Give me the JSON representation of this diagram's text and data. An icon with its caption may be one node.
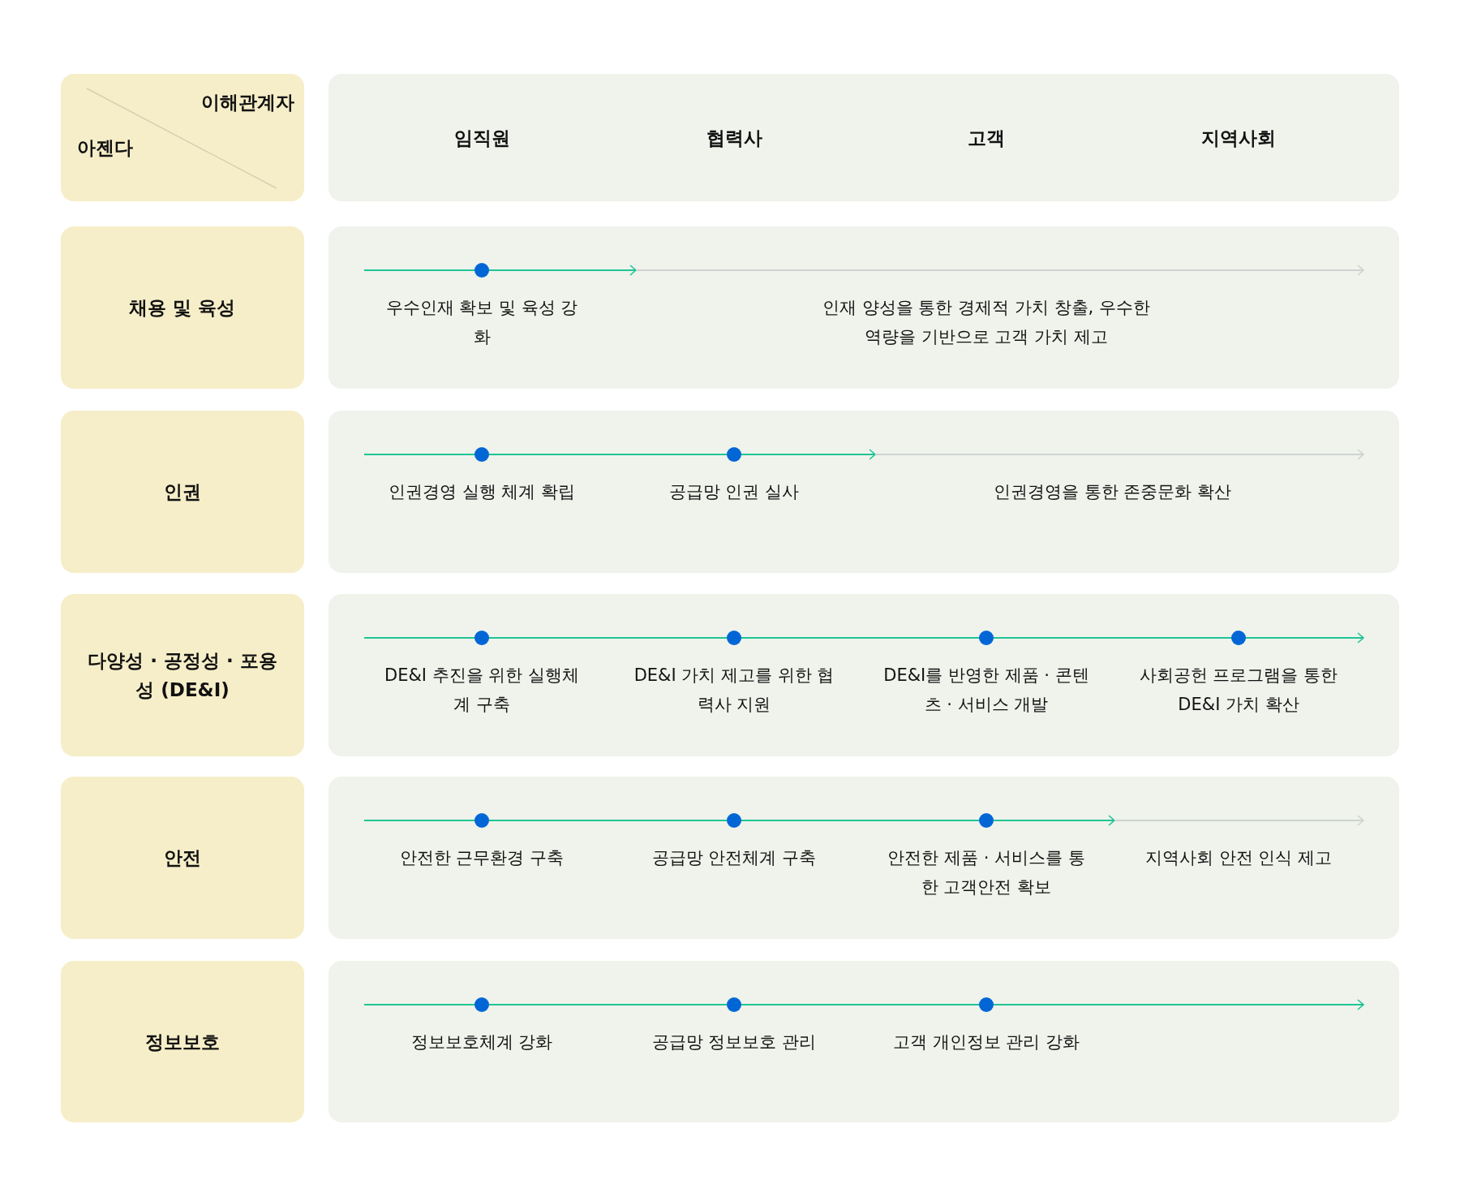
{
  "diagram": {
    "nodes": [
      {
        "text": [
          "이해관계자",
          "아젠다"
        ]
      },
      {
        "text": [
          "임직원",
          "협력사",
          "고객",
          "지역사회"
        ]
      },
      {
        "text": [
          "채용 및 육성"
        ]
      },
      {
        "text": [
          "우수인재 확보 및 육성 강화",
          "인재 양성을 통한 경제적 가치 창출, 우수한 역량을 기반으로 고객 가치 제고"
        ]
      },
      {
        "text": [
          "인권"
        ]
      },
      {
        "text": [
          "인권경영 실행 체계 확립",
          "공급망 인권 실사",
          "인권경영을 통한 존중문화 확산"
        ]
      },
      {
        "text": [
          "다양성 · 공정성 · 포용성 (DE&I)"
        ]
      },
      {
        "text": [
          "DE&I 추진을 위한 실행체계 구축",
          "DE&I 가치 제고를 위한 협력사 지원",
          "DE&I를 반영한 제품 · 콘텐츠 · 서비스 개발",
          "사회공헌 프로그램을 통한 DE&I 가치 확산"
        ]
      },
      {
        "text": [
          "안전"
        ]
      },
      {
        "text": [
          "안전한 근무환경 구축",
          "공급망 안전체계 구축",
          "안전한 제품 · 서비스를 통한 고객안전 확보",
          "지역사회 안전 인식 제고"
        ]
      },
      {
        "text": [
          "정보보호"
        ]
      },
      {
        "text": [
          "정보보호체계 강화",
          "공급망 정보보호 관리",
          "고객 개인정보 관리 강화"
        ]
      }
    ]
  }
}
